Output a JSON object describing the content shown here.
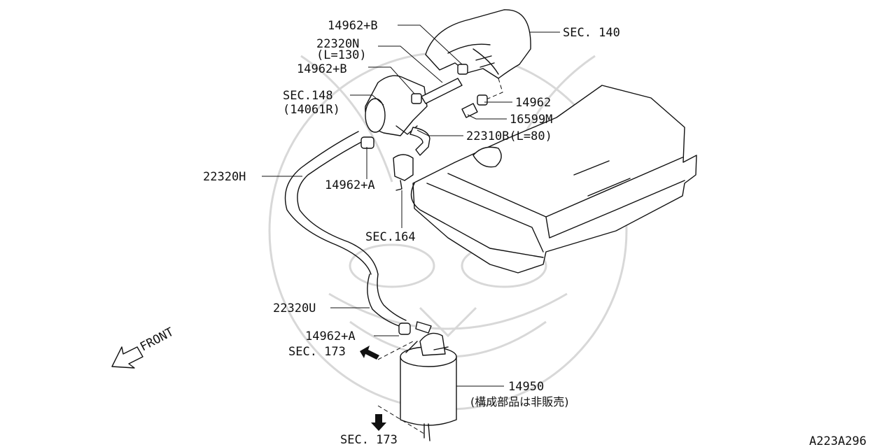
{
  "labels": {
    "sec140": "SEC. 140",
    "p14962b_top": "14962+B",
    "p22320n": "22320N",
    "p22320n_len": "(L=130)",
    "p14962b_mid": "14962+B",
    "sec148": "SEC.148",
    "sec148_ref": "(14061R)",
    "p14962": "14962",
    "p16599m": "16599M",
    "p22310b": "22310B(L=80)",
    "p22320h": "22320H",
    "p14962a_upper": "14962+A",
    "sec164": "SEC.164",
    "p22320u": "22320U",
    "p14962a_lower": "14962+A",
    "sec173_upper": "SEC. 173",
    "p14950": "14950",
    "p14950_note": "(構成部品は非販売)",
    "sec173_lower": "SEC. 173",
    "front": "FRONT",
    "diagram_code": "A223A296"
  }
}
